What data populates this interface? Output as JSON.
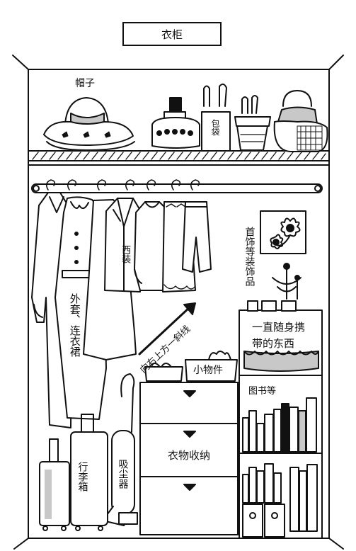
{
  "title": "衣柜",
  "labels": {
    "hat": "帽子",
    "bag": "包袋",
    "suit": "西装",
    "coat_dress": "外套、连衣裙",
    "accessories": "首饰等装饰品",
    "diagonal": "向右上方一斜线",
    "carry": "一直随身携",
    "carry2": "带的东西",
    "small_items": "小物件",
    "books": "图书等",
    "clothes_storage": "衣物收纳",
    "luggage": "行李箱",
    "vacuum": "吸尘器"
  }
}
